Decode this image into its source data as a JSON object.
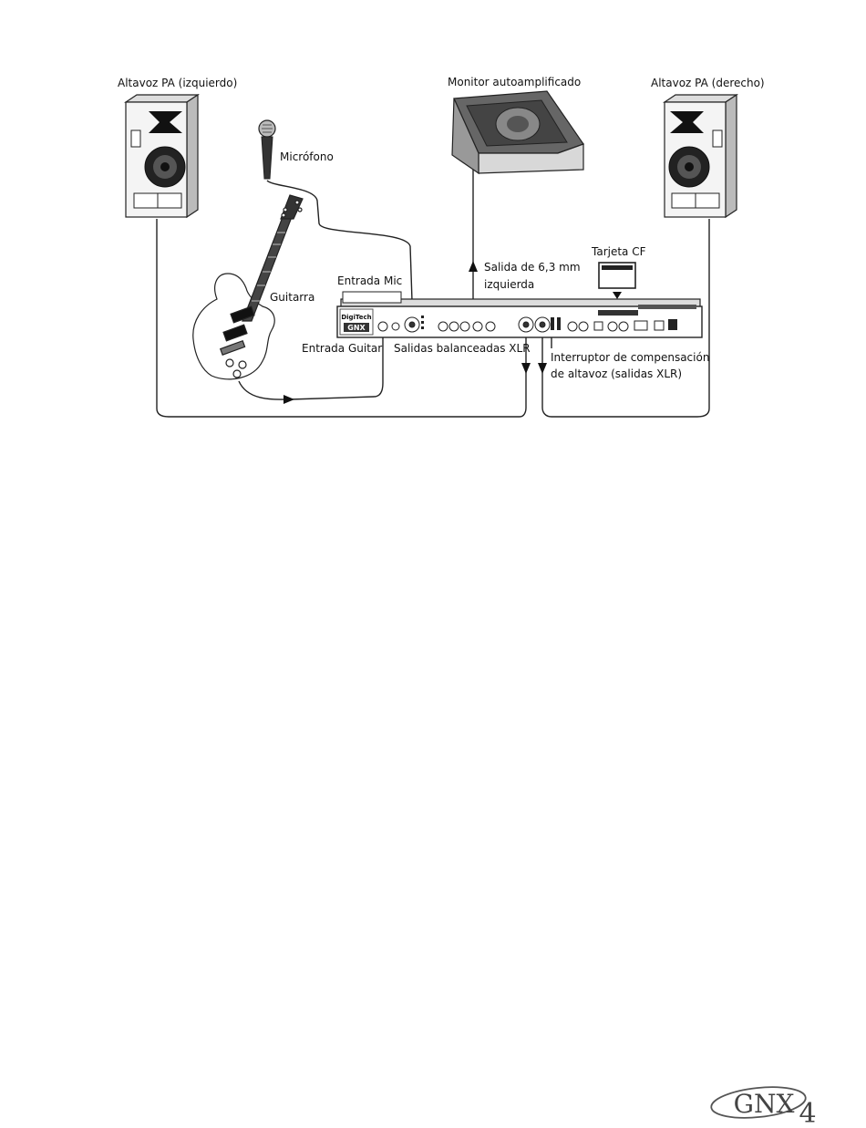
{
  "labels": {
    "pa_left": "Altavoz PA (izquierdo)",
    "monitor": "Monitor autoamplificado",
    "pa_right": "Altavoz PA (derecho)",
    "microphone": "Micrófono",
    "cf_card": "Tarjeta CF",
    "output_line1": "Salida de 6,3 mm",
    "output_line2": "izquierda",
    "mic_input": "Entrada Mic",
    "guitar": "Guitarra",
    "guitar_input": "Entrada Guitar",
    "xlr_outputs": "Salidas balanceadas XLR",
    "switch_line1": "Interruptor de compensación",
    "switch_line2": "de altavoz (salidas XLR)"
  },
  "device": {
    "brand": "DigiTech",
    "model": "GNX"
  },
  "logo": {
    "text": "GNX",
    "number": "4"
  }
}
